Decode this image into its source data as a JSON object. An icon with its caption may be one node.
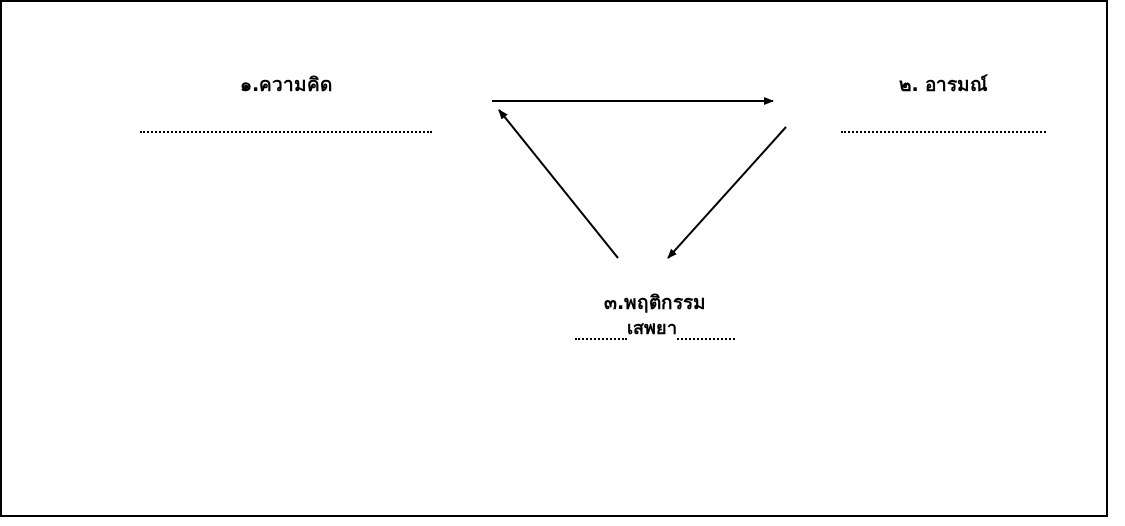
{
  "diagram": {
    "nodes": [
      {
        "text": [
          "๑.ความคิด"
        ]
      },
      {
        "text": [
          "๒. อารมณ์"
        ]
      },
      {
        "text": [
          "๓.พฤติกรรม",
          "เสพยา"
        ]
      }
    ],
    "edges": [
      {
        "from": 0,
        "to": 1,
        "arrow": "to"
      },
      {
        "from": 1,
        "to": 2,
        "arrow": "to"
      },
      {
        "from": 2,
        "to": 0,
        "arrow": "to"
      }
    ]
  }
}
